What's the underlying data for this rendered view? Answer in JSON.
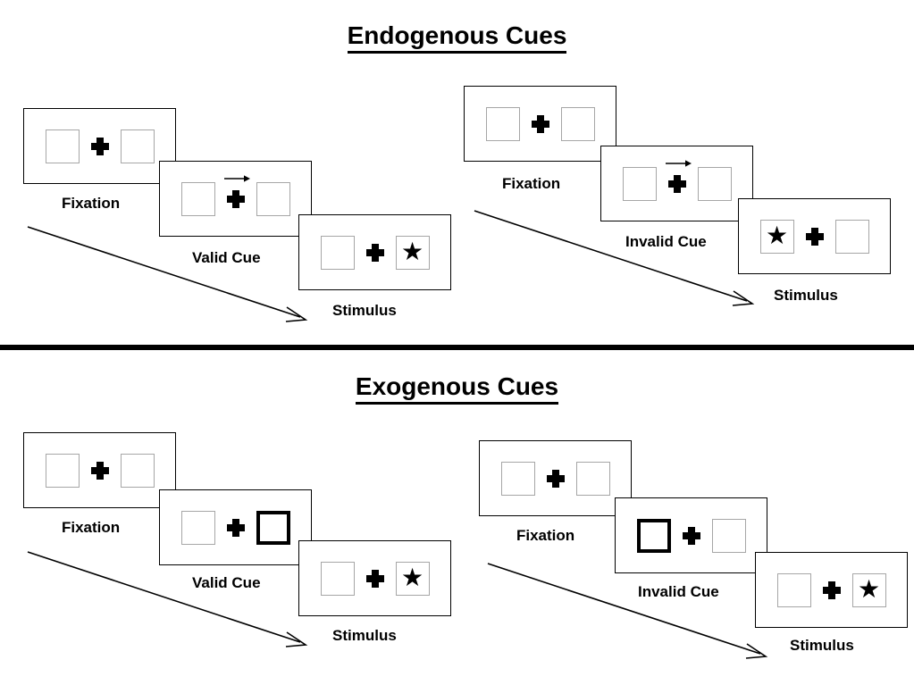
{
  "figure": {
    "sections": [
      {
        "id": "endogenous",
        "title": "Endogenous Cues",
        "sequences": [
          {
            "id": "endogenous-valid",
            "condition": "valid",
            "frames": [
              {
                "label": "Fixation",
                "cue": "none",
                "cue_side": "none",
                "target": "none",
                "target_side": "none"
              },
              {
                "label": "Valid Cue",
                "cue": "arrow",
                "cue_side": "right",
                "target": "none",
                "target_side": "none"
              },
              {
                "label": "Stimulus",
                "cue": "none",
                "cue_side": "none",
                "target": "star",
                "target_side": "right"
              }
            ]
          },
          {
            "id": "endogenous-invalid",
            "condition": "invalid",
            "frames": [
              {
                "label": "Fixation",
                "cue": "none",
                "cue_side": "none",
                "target": "none",
                "target_side": "none"
              },
              {
                "label": "Invalid Cue",
                "cue": "arrow",
                "cue_side": "right",
                "target": "none",
                "target_side": "none"
              },
              {
                "label": "Stimulus",
                "cue": "none",
                "cue_side": "none",
                "target": "star",
                "target_side": "left"
              }
            ]
          }
        ]
      },
      {
        "id": "exogenous",
        "title": "Exogenous Cues",
        "sequences": [
          {
            "id": "exogenous-valid",
            "condition": "valid",
            "frames": [
              {
                "label": "Fixation",
                "cue": "none",
                "cue_side": "none",
                "target": "none",
                "target_side": "none"
              },
              {
                "label": "Valid Cue",
                "cue": "box-flash",
                "cue_side": "right",
                "target": "none",
                "target_side": "none"
              },
              {
                "label": "Stimulus",
                "cue": "none",
                "cue_side": "none",
                "target": "star",
                "target_side": "right"
              }
            ]
          },
          {
            "id": "exogenous-invalid",
            "condition": "invalid",
            "frames": [
              {
                "label": "Fixation",
                "cue": "none",
                "cue_side": "none",
                "target": "none",
                "target_side": "none"
              },
              {
                "label": "Invalid Cue",
                "cue": "box-flash",
                "cue_side": "left",
                "target": "none",
                "target_side": "none"
              },
              {
                "label": "Stimulus",
                "cue": "none",
                "cue_side": "none",
                "target": "star",
                "target_side": "right"
              }
            ]
          }
        ]
      }
    ],
    "glyphs": {
      "fixation_cross": "plus-cross",
      "target": "black-star",
      "cue_arrow": "right-arrow",
      "time_arrow": "diagonal-time-arrow"
    },
    "colors": {
      "ink": "#000000",
      "box_outline": "#a6a6a6",
      "cued_box_outline": "#000000",
      "background": "#ffffff"
    }
  }
}
